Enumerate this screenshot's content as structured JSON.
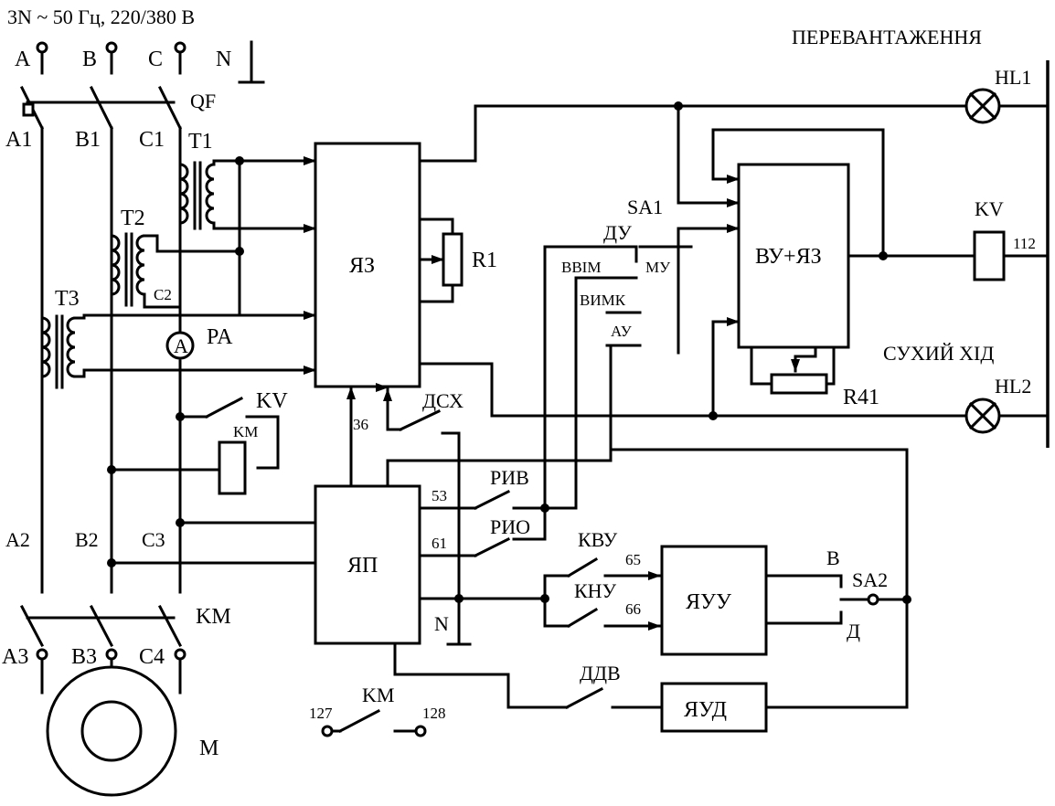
{
  "supply": {
    "title": "3N ~ 50 Гц, 220/380 В",
    "phases": [
      "A",
      "B",
      "C",
      "N"
    ]
  },
  "breaker": {
    "label": "QF",
    "outputs": [
      "A1",
      "B1",
      "C1"
    ]
  },
  "transformers": [
    "T1",
    "T2",
    "T3"
  ],
  "transformer_tap": "C2",
  "ammeter": {
    "symbol": "A",
    "label": "PA"
  },
  "bus_labels": [
    "A2",
    "B2",
    "C3"
  ],
  "contactor": {
    "label": "KM",
    "outputs": [
      "A3",
      "B3",
      "C4"
    ]
  },
  "motor": {
    "label": "M"
  },
  "relay_contacts": {
    "kv": "KV",
    "km_coil": "KM",
    "km_aux": "KM",
    "km_terminals": [
      "127",
      "128"
    ]
  },
  "blocks": {
    "yaz": "ЯЗ",
    "yap": "ЯП",
    "vu_yaz": "ВУ+ЯЗ",
    "yauu": "ЯУУ",
    "yaud": "ЯУД"
  },
  "resistors": {
    "r1": "R1",
    "r41": "R41"
  },
  "switch_sa1": {
    "label": "SA1",
    "positions": [
      "ДУ",
      "ВВІМ",
      "МУ",
      "ВИМК",
      "АУ"
    ]
  },
  "switch_sa2": {
    "label": "SA2",
    "positions": [
      "В",
      "Д"
    ]
  },
  "contacts": {
    "dsx": "ДСХ",
    "dsx_num": "36",
    "riv": "РИВ",
    "riv_num": "53",
    "rio": "РИО",
    "rio_num": "61",
    "kvu": "КВУ",
    "kvu_num": "65",
    "knu": "КНУ",
    "knu_num": "66",
    "ddv": "ДДВ"
  },
  "neutral_label": "N",
  "indicators": {
    "overload": "ПЕРЕВАНТАЖЕННЯ",
    "hl1": "HL1",
    "relay_kv": "KV",
    "relay_num": "112",
    "dry_run": "СУХИЙ ХІД",
    "hl2": "HL2"
  },
  "icons": [
    "lamp-icon",
    "relay-coil-icon",
    "transformer-icon",
    "motor-icon",
    "ammeter-icon",
    "variable-resistor-icon"
  ]
}
